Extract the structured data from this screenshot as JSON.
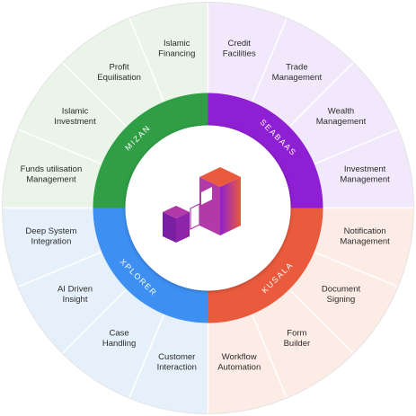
{
  "quadrants": [
    {
      "key": "mizan",
      "ring_label": "MIZAN",
      "ring_color": "#2f9e45",
      "bg_color": "#eaf4e8",
      "items": [
        [
          "Funds utilisation",
          "Management"
        ],
        [
          "Islamic",
          "Investment"
        ],
        [
          "Profit",
          "Equilisation"
        ],
        [
          "Islamic",
          "Financing"
        ]
      ]
    },
    {
      "key": "seabaas",
      "ring_label": "SEABAAS",
      "ring_color": "#8e1fd2",
      "bg_color": "#f1e9fb",
      "items": [
        [
          "Credit",
          "Facilities"
        ],
        [
          "Trade",
          "Management"
        ],
        [
          "Wealth",
          "Management"
        ],
        [
          "Investment",
          "Management"
        ]
      ]
    },
    {
      "key": "kusala",
      "ring_label": "KUSALA",
      "ring_color": "#ea5a3c",
      "bg_color": "#fdece6",
      "items": [
        [
          "Notification",
          "Management"
        ],
        [
          "Document",
          "Signing"
        ],
        [
          "Form",
          "Builder"
        ],
        [
          "Workflow",
          "Automation"
        ]
      ]
    },
    {
      "key": "xplorer",
      "ring_label": "XPLORER",
      "ring_color": "#3d8ff2",
      "bg_color": "#e6f0fb",
      "items": [
        [
          "Customer",
          "Interaction"
        ],
        [
          "Case",
          "Handling"
        ],
        [
          "AI Driven",
          "Insight"
        ],
        [
          "Deep System",
          "Integration"
        ]
      ]
    }
  ],
  "center_logo_icon": "stacked-cubes-logo-icon"
}
